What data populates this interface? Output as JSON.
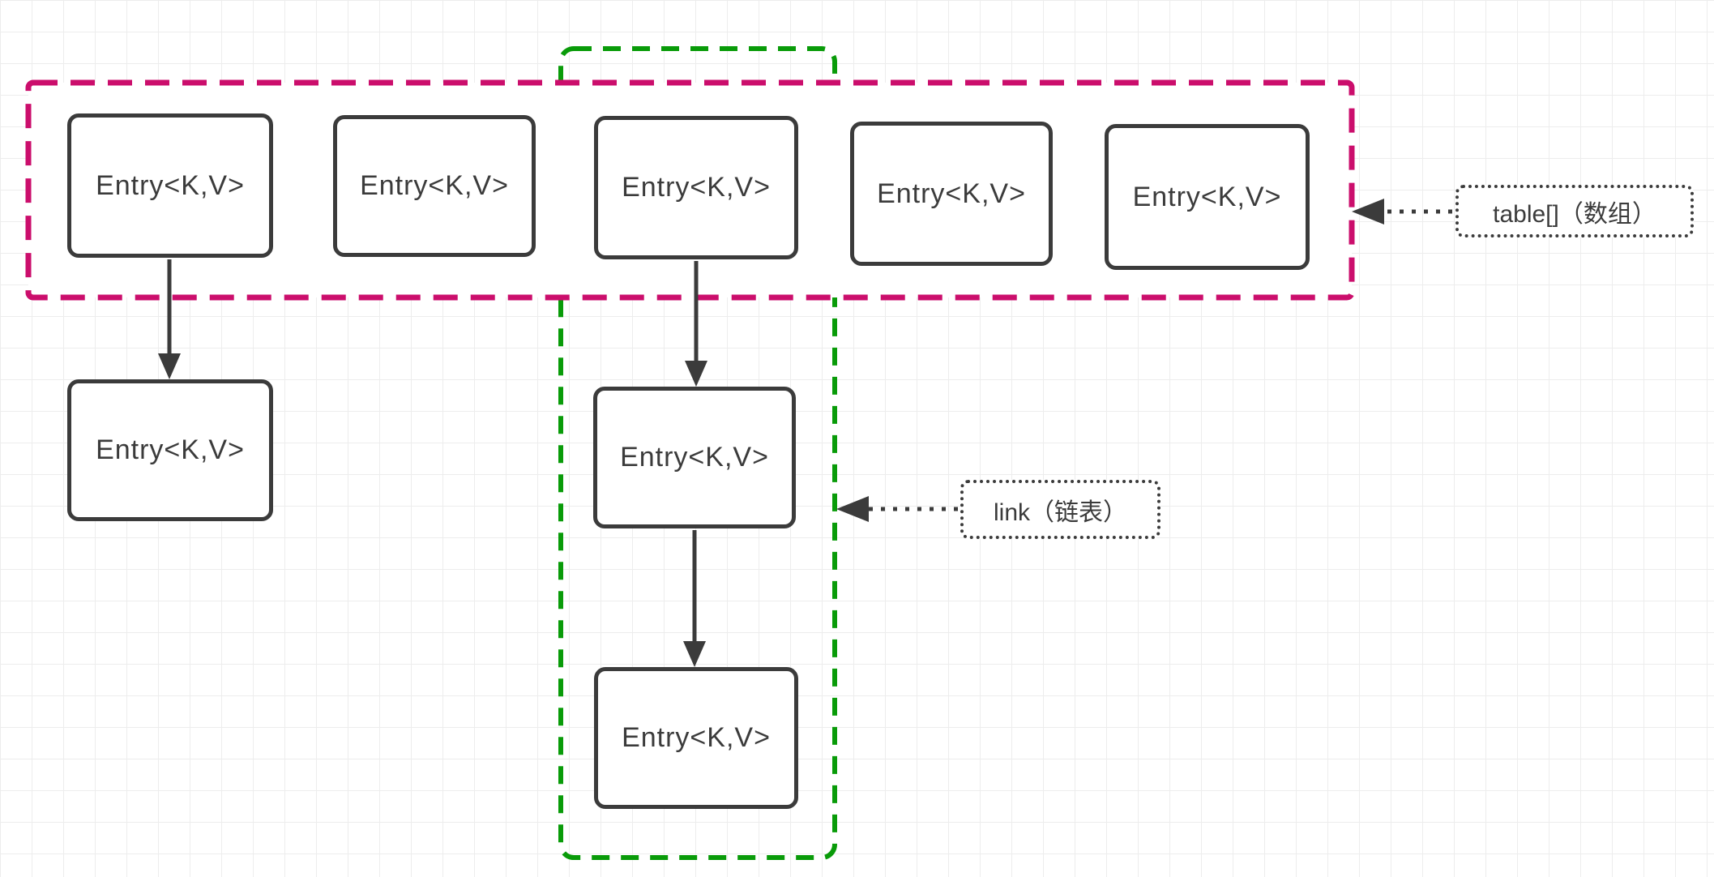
{
  "diagram": {
    "nodes": {
      "table_slots": [
        "Entry<K,V>",
        "Entry<K,V>",
        "Entry<K,V>",
        "Entry<K,V>",
        "Entry<K,V>"
      ],
      "slot0_chain": [
        "Entry<K,V>"
      ],
      "slot2_chain": [
        "Entry<K,V>",
        "Entry<K,V>"
      ]
    },
    "annotations": {
      "table_label": "table[]（数组）",
      "link_label": "link（链表）"
    },
    "colors": {
      "table_region_border": "#cb0e6c",
      "link_region_border": "#099b09",
      "node_border": "#3b3b3b",
      "text": "#3b3b3b",
      "grid_line": "#ededed",
      "background": "#ffffff"
    }
  }
}
